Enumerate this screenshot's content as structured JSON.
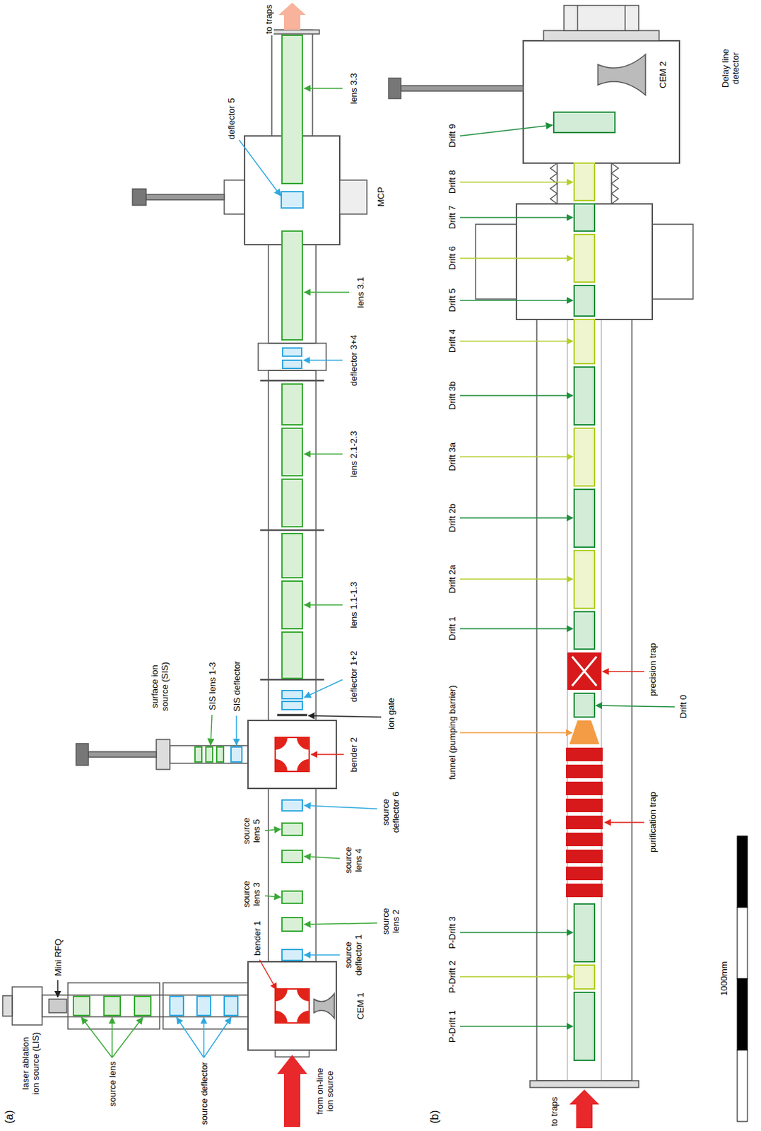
{
  "diagram": {
    "labels": [
      "(a)",
      "laser ablation ion source (LIS)",
      "Mini RFQ",
      "source lens",
      "source deflector",
      "from on-line ion source",
      "bender 1",
      "CEM 1",
      "source deflector 1",
      "source lens 2",
      "source lens 3",
      "source lens 4",
      "source lens 5",
      "source deflector 6",
      "surface ion source (SIS)",
      "SIS deflector",
      "SIS lens 1-3",
      "bender 2",
      "ion gate",
      "deflector 1+2",
      "lens 1.1-1.3",
      "lens 2.1-2.3",
      "deflector 3+4",
      "lens 3.1",
      "deflector 5",
      "MCP",
      "lens 3.3",
      "to traps",
      "(b)",
      "to traps",
      "P-Drift 1",
      "P-Drift 2",
      "P-Drift 3",
      "purification trap",
      "funnel (pumping barrier)",
      "Drift 0",
      "precision trap",
      "Drift 1",
      "Drift 2a",
      "Drift 2b",
      "Drift 3a",
      "Drift 3b",
      "Drift 4",
      "Drift 5",
      "Drift 6",
      "Drift 7",
      "Drift 8",
      "Drift 9",
      "CEM 2",
      "Delay line detector",
      "1000mm"
    ]
  }
}
